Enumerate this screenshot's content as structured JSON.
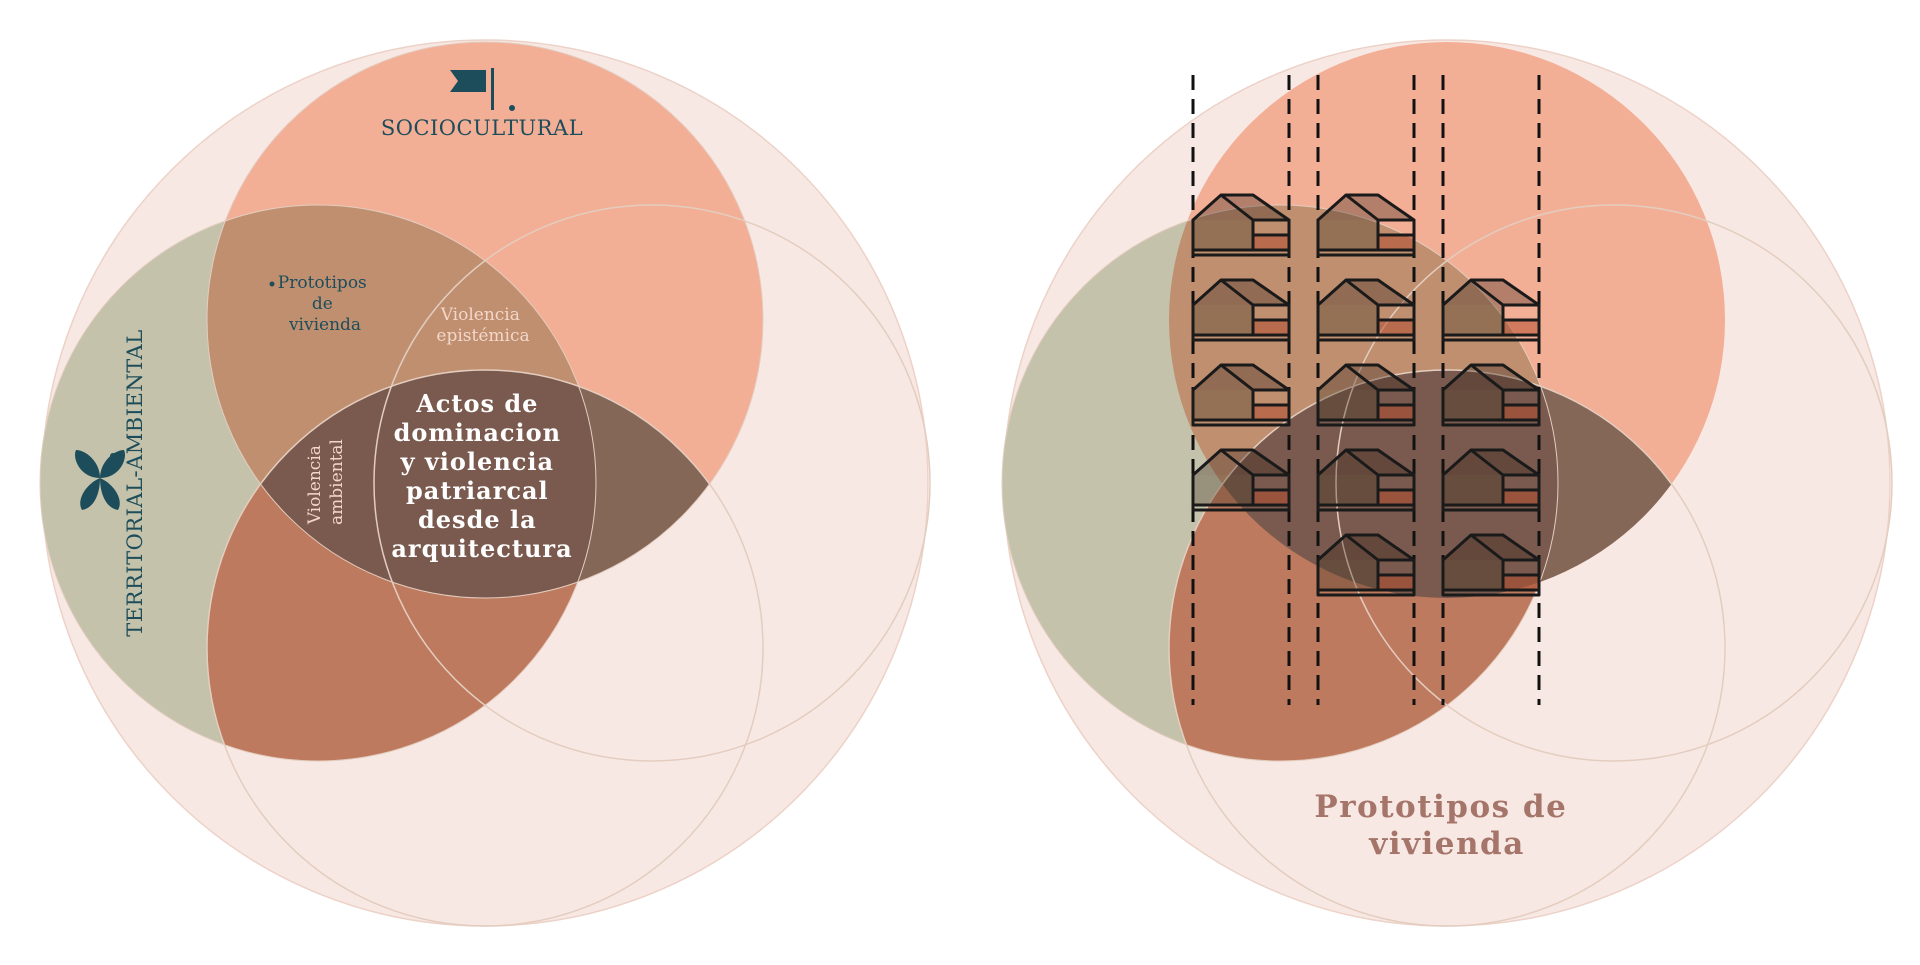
{
  "colors": {
    "outer_circle": "#f8e8e4",
    "sociocultural": "#f3ae96",
    "territorial": "#c5c2ab",
    "overlap_soc_ter": "#bf8f70",
    "overlap_soc_dom": "#846757",
    "overlap_ter_dom": "#bd7a5e",
    "center": "#7a5a4e",
    "teal": "#1d4d5a",
    "house_stroke": "#1a1a1a"
  },
  "left_diagram": {
    "label_sociocultural": "SOCIOCULTURAL",
    "icon_sociocultural": "flag-icon",
    "label_territorial": "TERRITORIAL-AMBIENTAL",
    "icon_territorial": "leaf-icon",
    "prototipos": [
      "Prototipos",
      "de",
      "vivienda"
    ],
    "violencia_epistemica": [
      "Violencia",
      "epistémica"
    ],
    "violencia_ambiental": [
      "Violencia",
      "ambiental"
    ],
    "center_text": [
      "Actos de",
      "dominacion",
      "y violencia",
      "patriarcal",
      "desde la",
      "arquitectura"
    ]
  },
  "right_diagram": {
    "title": [
      "Prototipos de",
      "vivienda"
    ],
    "icon_house": "house-icon"
  }
}
